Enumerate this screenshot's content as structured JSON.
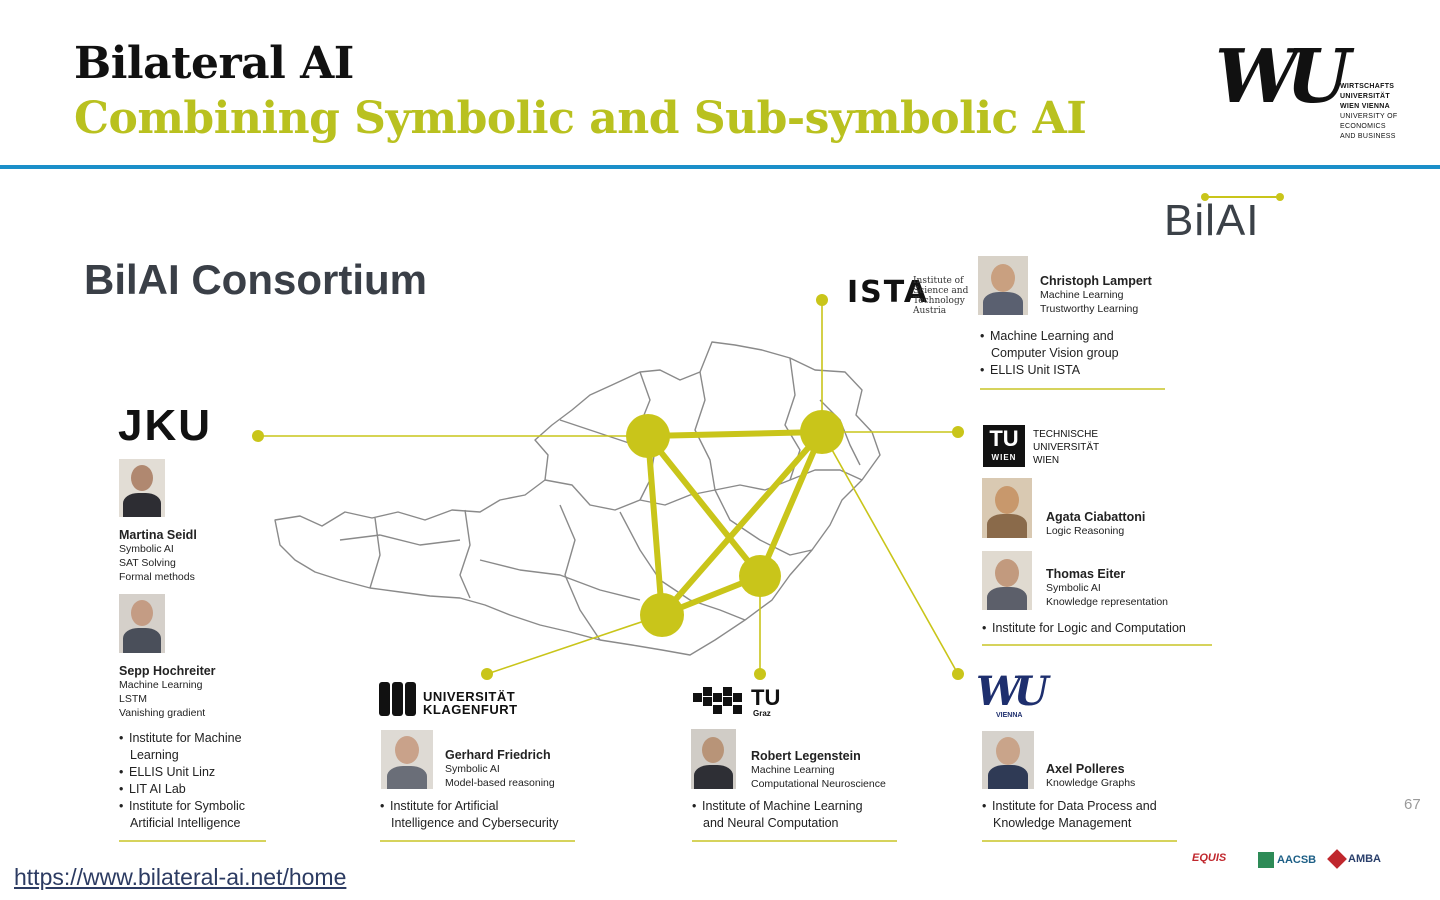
{
  "header": {
    "title": "Bilateral AI",
    "subtitle": "Combining Symbolic and Sub-symbolic AI",
    "wu_logo_text": [
      "WIRTSCHAFTS",
      "UNIVERSITÄT",
      "WIEN VIENNA",
      "UNIVERSITY OF",
      "ECONOMICS",
      "AND BUSINESS"
    ]
  },
  "slide": {
    "logo_text": "BilAI",
    "heading": "BilAI Consortium",
    "page_number": "67",
    "link": "https://www.bilateral-ai.net/home"
  },
  "ista": {
    "logo_text": "ISTA",
    "logo_caption": [
      "Institute of",
      "Science and",
      "Technology",
      "Austria"
    ],
    "name": "Christoph Lampert",
    "topics": [
      "Machine Learning",
      "Trustworthy Learning"
    ],
    "bullets": [
      [
        "Machine Learning and",
        "Computer Vision group"
      ],
      [
        "ELLIS Unit ISTA"
      ]
    ]
  },
  "jku": {
    "logo_text": "JKU",
    "people": [
      {
        "name": "Martina Seidl",
        "topics": [
          "Symbolic AI",
          "SAT Solving",
          "Formal methods"
        ]
      },
      {
        "name": "Sepp Hochreiter",
        "topics": [
          "Machine Learning",
          "LSTM",
          "Vanishing gradient"
        ]
      }
    ],
    "bullets": [
      [
        "Institute for Machine",
        "Learning"
      ],
      [
        "ELLIS Unit Linz"
      ],
      [
        "LIT AI Lab"
      ],
      [
        "Institute for Symbolic",
        "Artificial Intelligence"
      ]
    ]
  },
  "tuw": {
    "logo_text": "TU",
    "logo_sub": "WIEN",
    "logo_caption": [
      "TECHNISCHE",
      "UNIVERSITÄT",
      "WIEN"
    ],
    "people": [
      {
        "name": "Agata Ciabattoni",
        "topics": [
          "Logic Reasoning"
        ]
      },
      {
        "name": "Thomas Eiter",
        "topics": [
          "Symbolic AI",
          "Knowledge representation"
        ]
      }
    ],
    "bullets": [
      [
        "Institute for Logic and Computation"
      ]
    ]
  },
  "klu": {
    "logo_caption": [
      "UNIVERSITÄT",
      "KLAGENFURT"
    ],
    "name": "Gerhard Friedrich",
    "topics": [
      "Symbolic AI",
      "Model-based reasoning"
    ],
    "bullets": [
      [
        "Institute for Artificial",
        "Intelligence and Cybersecurity"
      ]
    ]
  },
  "tug": {
    "logo_text": "TU",
    "logo_sub": "Graz",
    "name": "Robert Legenstein",
    "topics": [
      "Machine Learning",
      "Computational Neuroscience"
    ],
    "bullets": [
      [
        "Institute of Machine Learning",
        "and Neural Computation"
      ]
    ]
  },
  "wuv": {
    "logo_text": "WU",
    "logo_sub": "VIENNA",
    "name": "Axel Polleres",
    "topics": [
      "Knowledge Graphs"
    ],
    "bullets": [
      [
        "Institute for Data Process and",
        "Knowledge Management"
      ]
    ]
  },
  "accreditations": [
    "EQUIS",
    "AACSB",
    "AMBA"
  ],
  "colors": {
    "accent_yellow": "#c9c51a",
    "title_green": "#b9c11f",
    "rule_blue": "#1b8fc9",
    "link_blue": "#2c3b62"
  }
}
